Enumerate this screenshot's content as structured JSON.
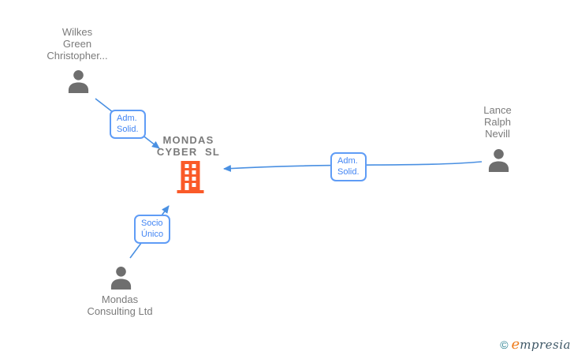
{
  "diagram": {
    "company": {
      "name": "MONDAS\nCYBER  SL",
      "icon": "building-icon",
      "icon_color": "#fa5a28"
    },
    "persons": [
      {
        "id": "wilkes",
        "label": "Wilkes\nGreen\nChristopher...",
        "icon": "person-icon"
      },
      {
        "id": "lance",
        "label": "Lance\nRalph\nNevill",
        "icon": "person-icon"
      },
      {
        "id": "mondas-consulting",
        "label": "Mondas\nConsulting Ltd",
        "icon": "person-icon"
      }
    ],
    "edges": [
      {
        "from": "wilkes",
        "to": "mondas-cyber-sl",
        "label": "Adm.\nSolid."
      },
      {
        "from": "lance",
        "to": "mondas-cyber-sl",
        "label": "Adm.\nSolid."
      },
      {
        "from": "mondas-consulting",
        "to": "mondas-cyber-sl",
        "label": "Socio\nÚnico"
      }
    ],
    "colors": {
      "edge_blue": "#4a90e2",
      "edge_label_border": "#5f9cf6",
      "edge_label_text": "#4285f4",
      "node_text_gray": "#7b7b7b",
      "person_icon_gray": "#6e6e6e",
      "building_orange": "#fa5a28"
    }
  },
  "watermark": {
    "copyright": "©",
    "brand_initial": "e",
    "brand_rest": "mpresia",
    "copyright_color": "#2b8091",
    "initial_color": "#ef7d1e",
    "brand_color": "#3e5766"
  }
}
